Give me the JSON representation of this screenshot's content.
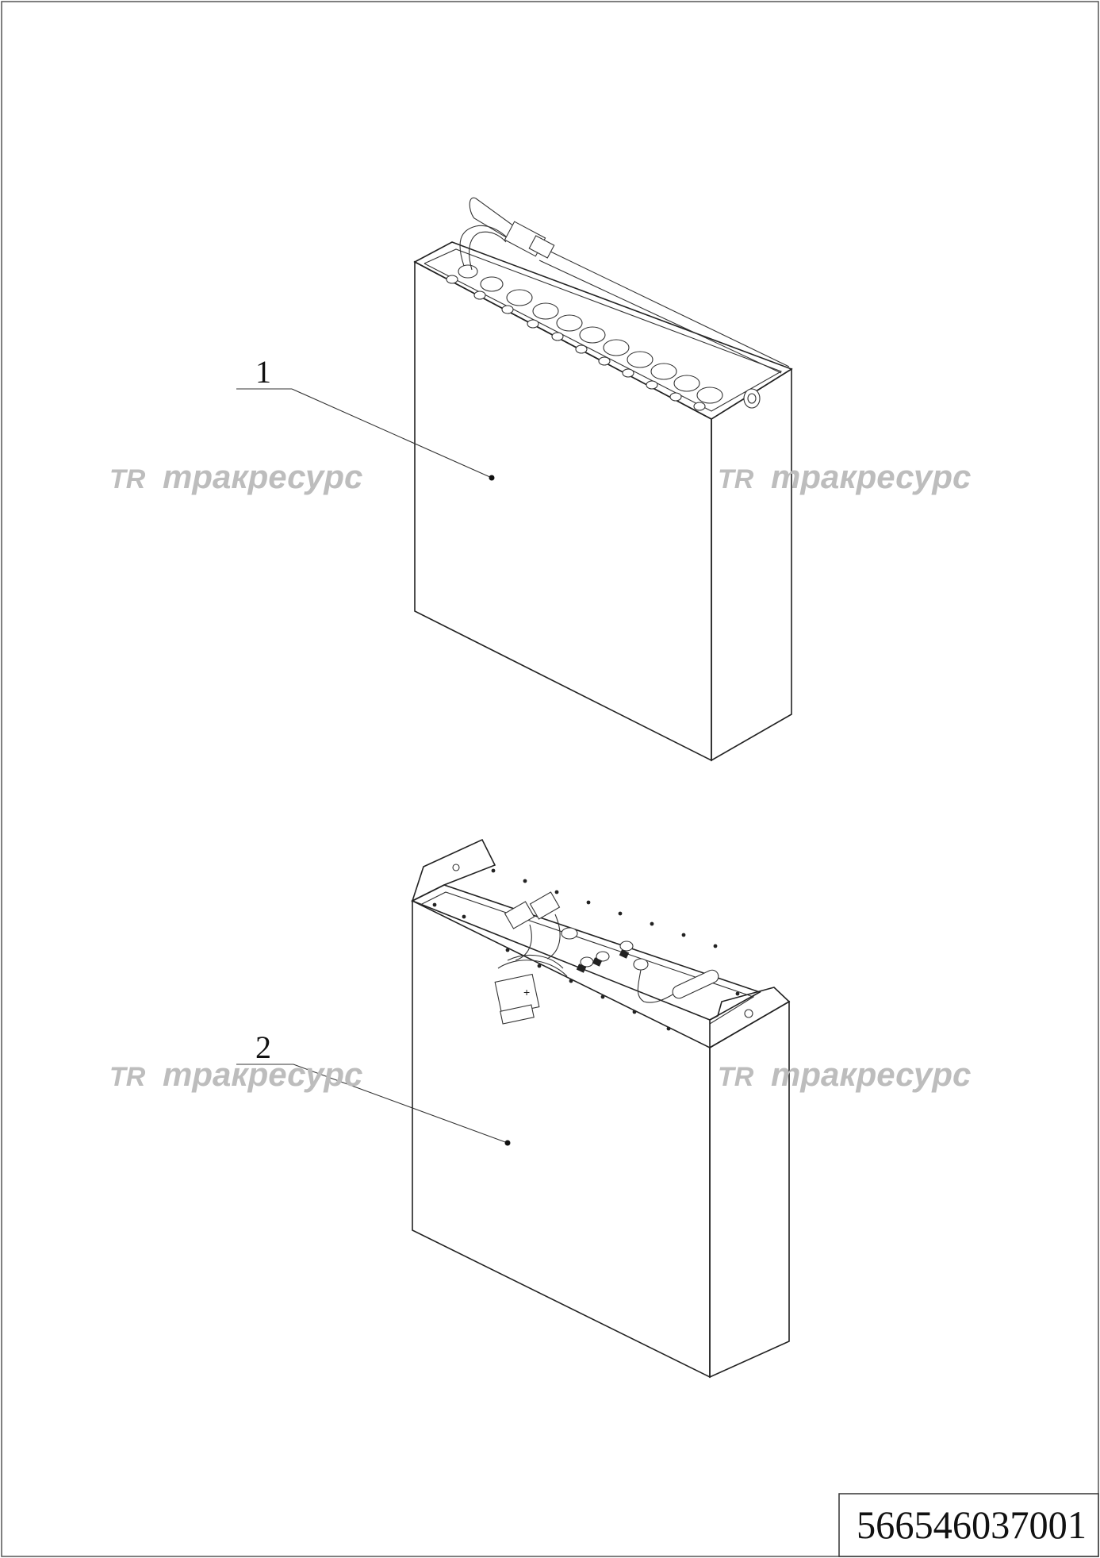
{
  "callouts": [
    {
      "label": "1"
    },
    {
      "label": "2"
    }
  ],
  "watermark": {
    "logo": "TR",
    "text": "тракресурс",
    "color": "#bdbdbd"
  },
  "drawing_code": "566546037001",
  "colors": {
    "line": "#222222",
    "background": "#ffffff"
  }
}
